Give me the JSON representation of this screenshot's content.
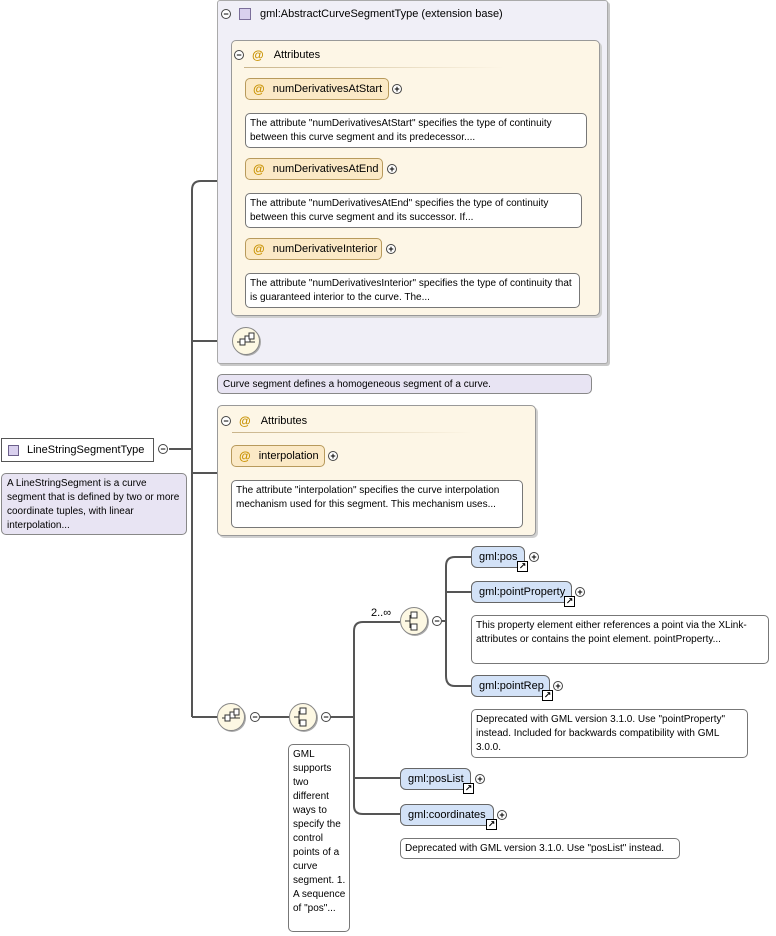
{
  "root": {
    "type_name": "LineStringSegmentType",
    "doc": "A LineStringSegment is a curve segment that is defined by two or more coordinate tuples, with linear interpolation..."
  },
  "extension": {
    "header": "gml:AbstractCurveSegmentType (extension base)",
    "attributes_label": "Attributes",
    "attributes": [
      {
        "name": "numDerivativesAtStart",
        "doc": "The attribute \"numDerivativesAtStart\" specifies the type of continuity between this curve segment and its predecessor...."
      },
      {
        "name": "numDerivativesAtEnd",
        "doc": "The attribute \"numDerivativesAtEnd\" specifies the type of continuity between this curve segment and its successor. If..."
      },
      {
        "name": "numDerivativeInterior",
        "doc": "The attribute \"numDerivativesInterior\" specifies the type of continuity that is guaranteed interior to the curve. The..."
      }
    ],
    "doc": "Curve segment defines a homogeneous segment of a curve."
  },
  "own_attributes": {
    "label": "Attributes",
    "items": [
      {
        "name": "interpolation",
        "doc": "The attribute \"interpolation\" specifies the curve interpolation mechanism used for this segment. This mechanism uses..."
      }
    ]
  },
  "content": {
    "choice_doc": "GML supports two different ways to specify the control points of a curve segment. 1. A sequence of \"pos\"...",
    "multiplicity": "2..∞",
    "inner_choice": [
      {
        "name": "gml:pos",
        "doc": ""
      },
      {
        "name": "gml:pointProperty",
        "doc": "This property element either references a point via the XLink-attributes or contains the point element. pointProperty..."
      },
      {
        "name": "gml:pointRep",
        "doc": "Deprecated with GML version 3.1.0. Use \"pointProperty\" instead. Included for backwards compatibility with GML 3.0.0."
      }
    ],
    "outer_choice": [
      {
        "name": "gml:posList",
        "doc": ""
      },
      {
        "name": "gml:coordinates",
        "doc": "Deprecated with GML version 3.1.0. Use \"posList\" instead."
      }
    ]
  },
  "symbols": {
    "collapse": "−",
    "expand": "+",
    "at": "@",
    "link": "↗"
  },
  "colors": {
    "attribute_fill": "#fbe9c6",
    "element_fill": "#d3e2f7",
    "type_doc_fill": "#e8e4f3",
    "attribute_group_fill": "#fdf6e6",
    "extension_panel_fill": "#f0eff7",
    "compositor_fill": "#fdf8e3"
  }
}
